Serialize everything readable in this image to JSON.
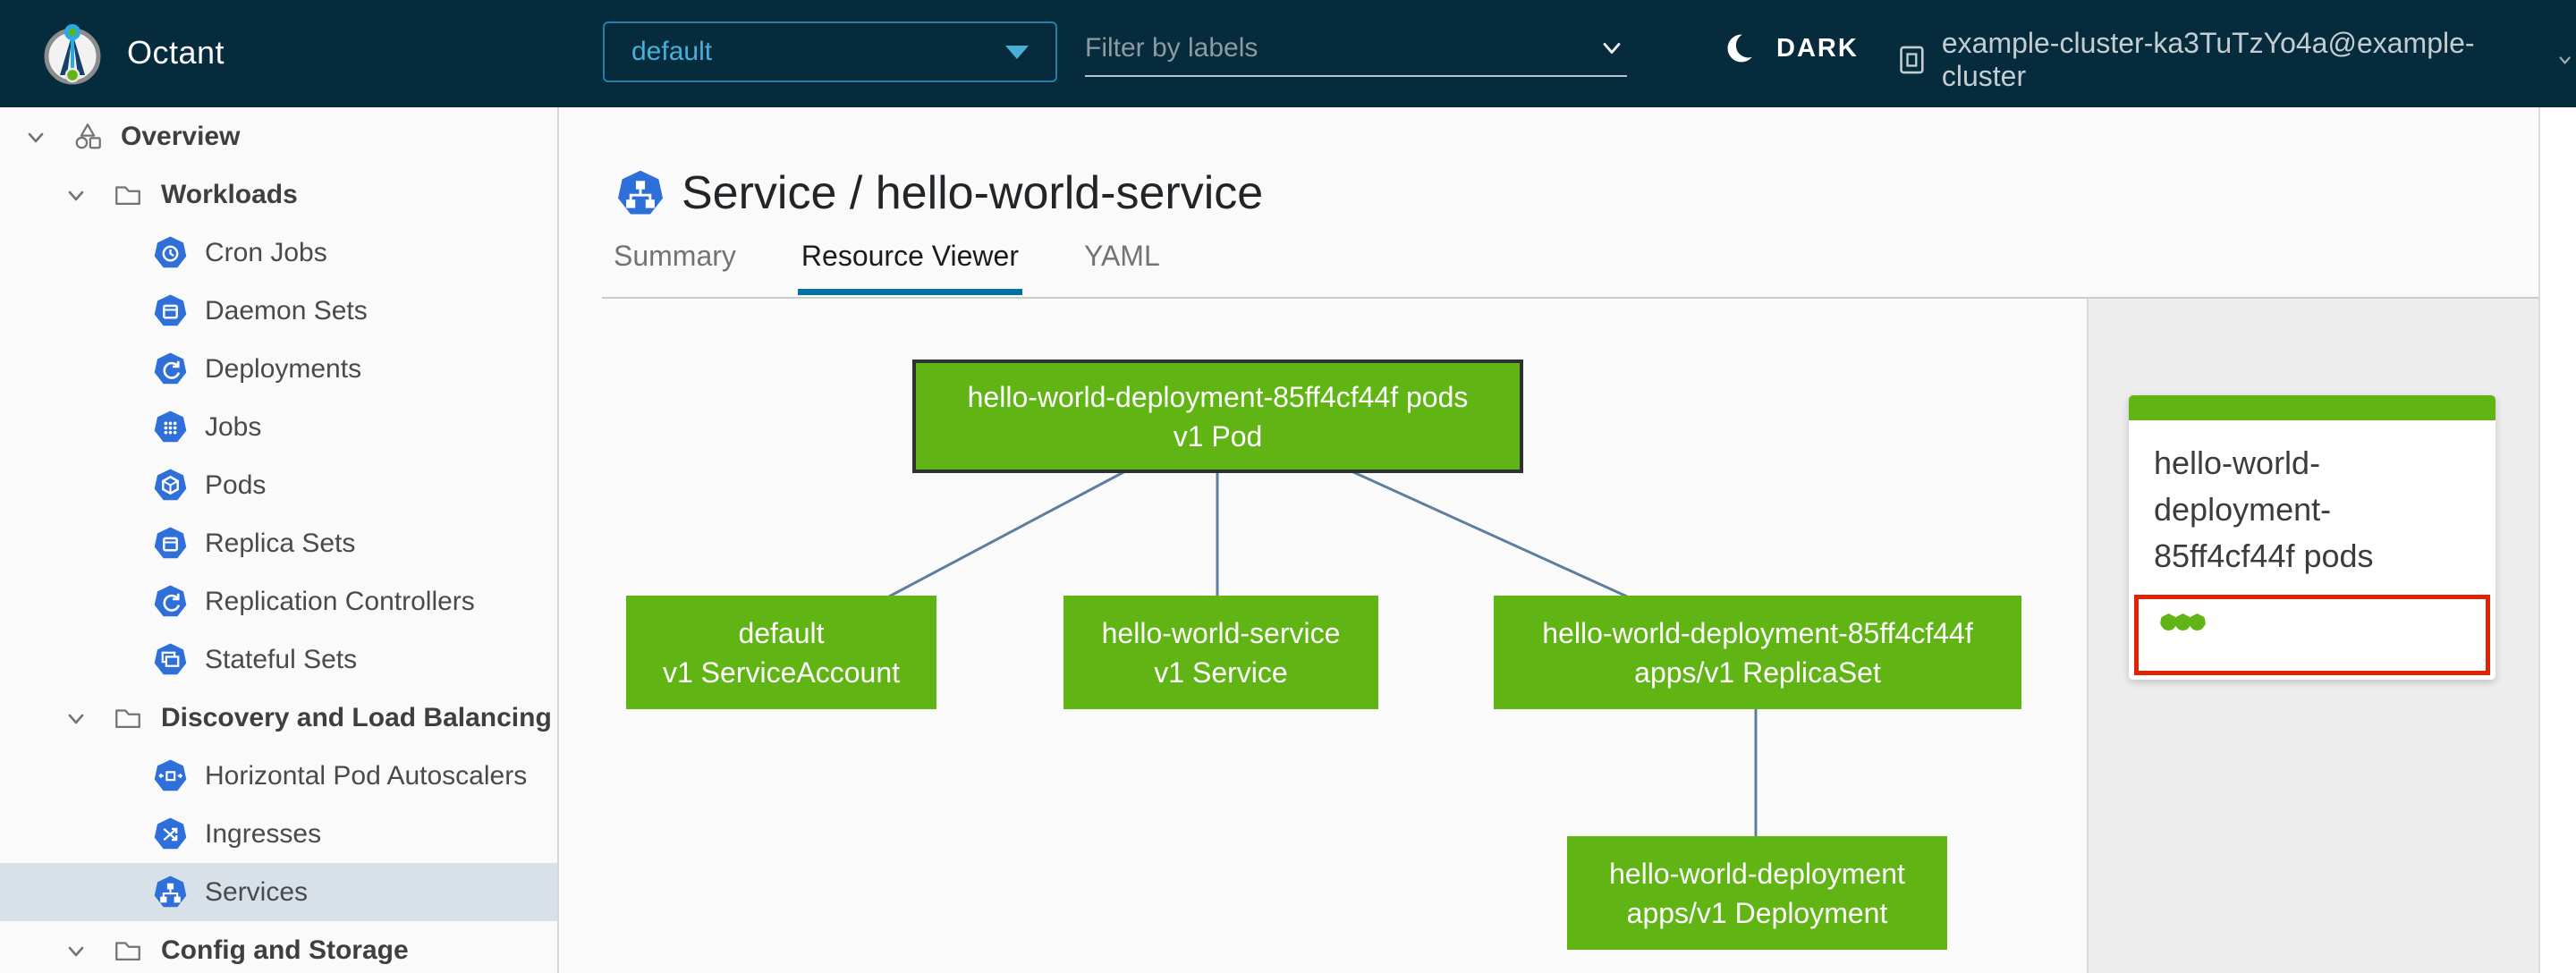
{
  "header": {
    "app_name": "Octant",
    "namespace": {
      "value": "default"
    },
    "filter": {
      "placeholder": "Filter by labels"
    },
    "theme_toggle": {
      "label": "DARK",
      "icon": "moon-icon"
    },
    "cluster": {
      "name": "example-cluster-ka3TuTzYo4a@example-cluster",
      "icon": "cluster-icon"
    }
  },
  "sidebar": {
    "items": [
      {
        "label": "Overview",
        "level": 0,
        "icon": "objects-icon",
        "expanded": true
      },
      {
        "label": "Workloads",
        "level": 1,
        "icon": "folder-icon",
        "expanded": true
      },
      {
        "label": "Cron Jobs",
        "level": 2,
        "icon": "cronjob-icon"
      },
      {
        "label": "Daemon Sets",
        "level": 2,
        "icon": "daemonset-icon"
      },
      {
        "label": "Deployments",
        "level": 2,
        "icon": "deployment-icon"
      },
      {
        "label": "Jobs",
        "level": 2,
        "icon": "job-icon"
      },
      {
        "label": "Pods",
        "level": 2,
        "icon": "pod-icon"
      },
      {
        "label": "Replica Sets",
        "level": 2,
        "icon": "replicaset-icon"
      },
      {
        "label": "Replication Controllers",
        "level": 2,
        "icon": "replicationcontroller-icon"
      },
      {
        "label": "Stateful Sets",
        "level": 2,
        "icon": "statefulset-icon"
      },
      {
        "label": "Discovery and Load Balancing",
        "level": 1,
        "icon": "folder-icon",
        "expanded": true
      },
      {
        "label": "Horizontal Pod Autoscalers",
        "level": 2,
        "icon": "hpa-icon"
      },
      {
        "label": "Ingresses",
        "level": 2,
        "icon": "ingress-icon"
      },
      {
        "label": "Services",
        "level": 2,
        "icon": "service-icon",
        "selected": true
      },
      {
        "label": "Config and Storage",
        "level": 1,
        "icon": "folder-icon",
        "expanded": true
      }
    ]
  },
  "main": {
    "title": "Service / hello-world-service",
    "title_icon": "service-icon",
    "tabs": [
      {
        "label": "Summary",
        "active": false
      },
      {
        "label": "Resource Viewer",
        "active": true
      },
      {
        "label": "YAML",
        "active": false
      }
    ]
  },
  "graph": {
    "nodes": {
      "pod": {
        "line1": "hello-world-deployment-85ff4cf44f pods",
        "line2": "v1 Pod",
        "status": "ok",
        "selected": true
      },
      "serviceaccount": {
        "line1": "default",
        "line2": "v1 ServiceAccount",
        "status": "ok"
      },
      "service": {
        "line1": "hello-world-service",
        "line2": "v1 Service",
        "status": "ok"
      },
      "replicaset": {
        "line1": "hello-world-deployment-85ff4cf44f",
        "line2": "apps/v1 ReplicaSet",
        "status": "ok"
      },
      "deployment": {
        "line1": "hello-world-deployment",
        "line2": "apps/v1 Deployment",
        "status": "ok"
      }
    },
    "edges": [
      [
        "pod",
        "serviceaccount"
      ],
      [
        "pod",
        "service"
      ],
      [
        "pod",
        "replicaset"
      ],
      [
        "replicaset",
        "deployment"
      ]
    ]
  },
  "detail_panel": {
    "title": "hello-world-deployment-85ff4cf44f pods",
    "pod_status_dots": 3
  },
  "colors": {
    "header_bg": "#052b3c",
    "accent_blue": "#0072a3",
    "k8s_icon_blue": "#2e6fd9",
    "node_green": "#60b515",
    "alert_red": "#e12200",
    "edge_blue": "#5d7e9e",
    "selected_row_bg": "#d8e1e8"
  }
}
